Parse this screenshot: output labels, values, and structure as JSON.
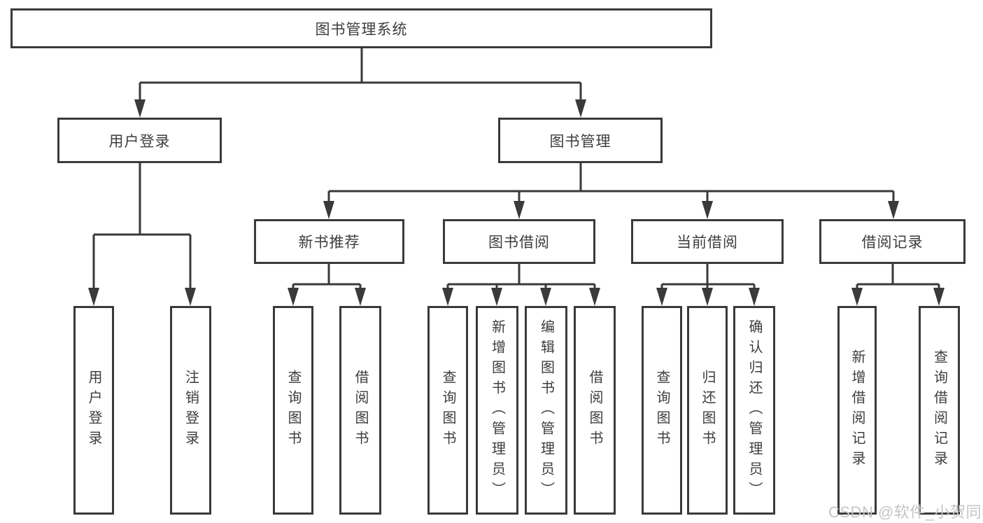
{
  "tree": {
    "label": "图书管理系统",
    "children": [
      {
        "label": "用户登录",
        "children": [
          {
            "label": "用户登录"
          },
          {
            "label": "注销登录"
          }
        ]
      },
      {
        "label": "图书管理",
        "children": [
          {
            "label": "新书推荐",
            "children": [
              {
                "label": "查询图书"
              },
              {
                "label": "借阅图书"
              }
            ]
          },
          {
            "label": "图书借阅",
            "children": [
              {
                "label": "查询图书"
              },
              {
                "label": "新增图书（管理员）"
              },
              {
                "label": "编辑图书（管理员）"
              },
              {
                "label": "借阅图书"
              }
            ]
          },
          {
            "label": "当前借阅",
            "children": [
              {
                "label": "查询图书"
              },
              {
                "label": "归还图书"
              },
              {
                "label": "确认归还（管理员）"
              }
            ]
          },
          {
            "label": "借阅记录",
            "children": [
              {
                "label": "新增借阅记录"
              },
              {
                "label": "查询借阅记录"
              }
            ]
          }
        ]
      }
    ]
  },
  "watermark": "CSDN @软件_小贺同学",
  "colors": {
    "line": "#3a3a3a",
    "text": "#3d3d3d",
    "watermark": "#c5c5c8",
    "background": "#ffffff"
  }
}
